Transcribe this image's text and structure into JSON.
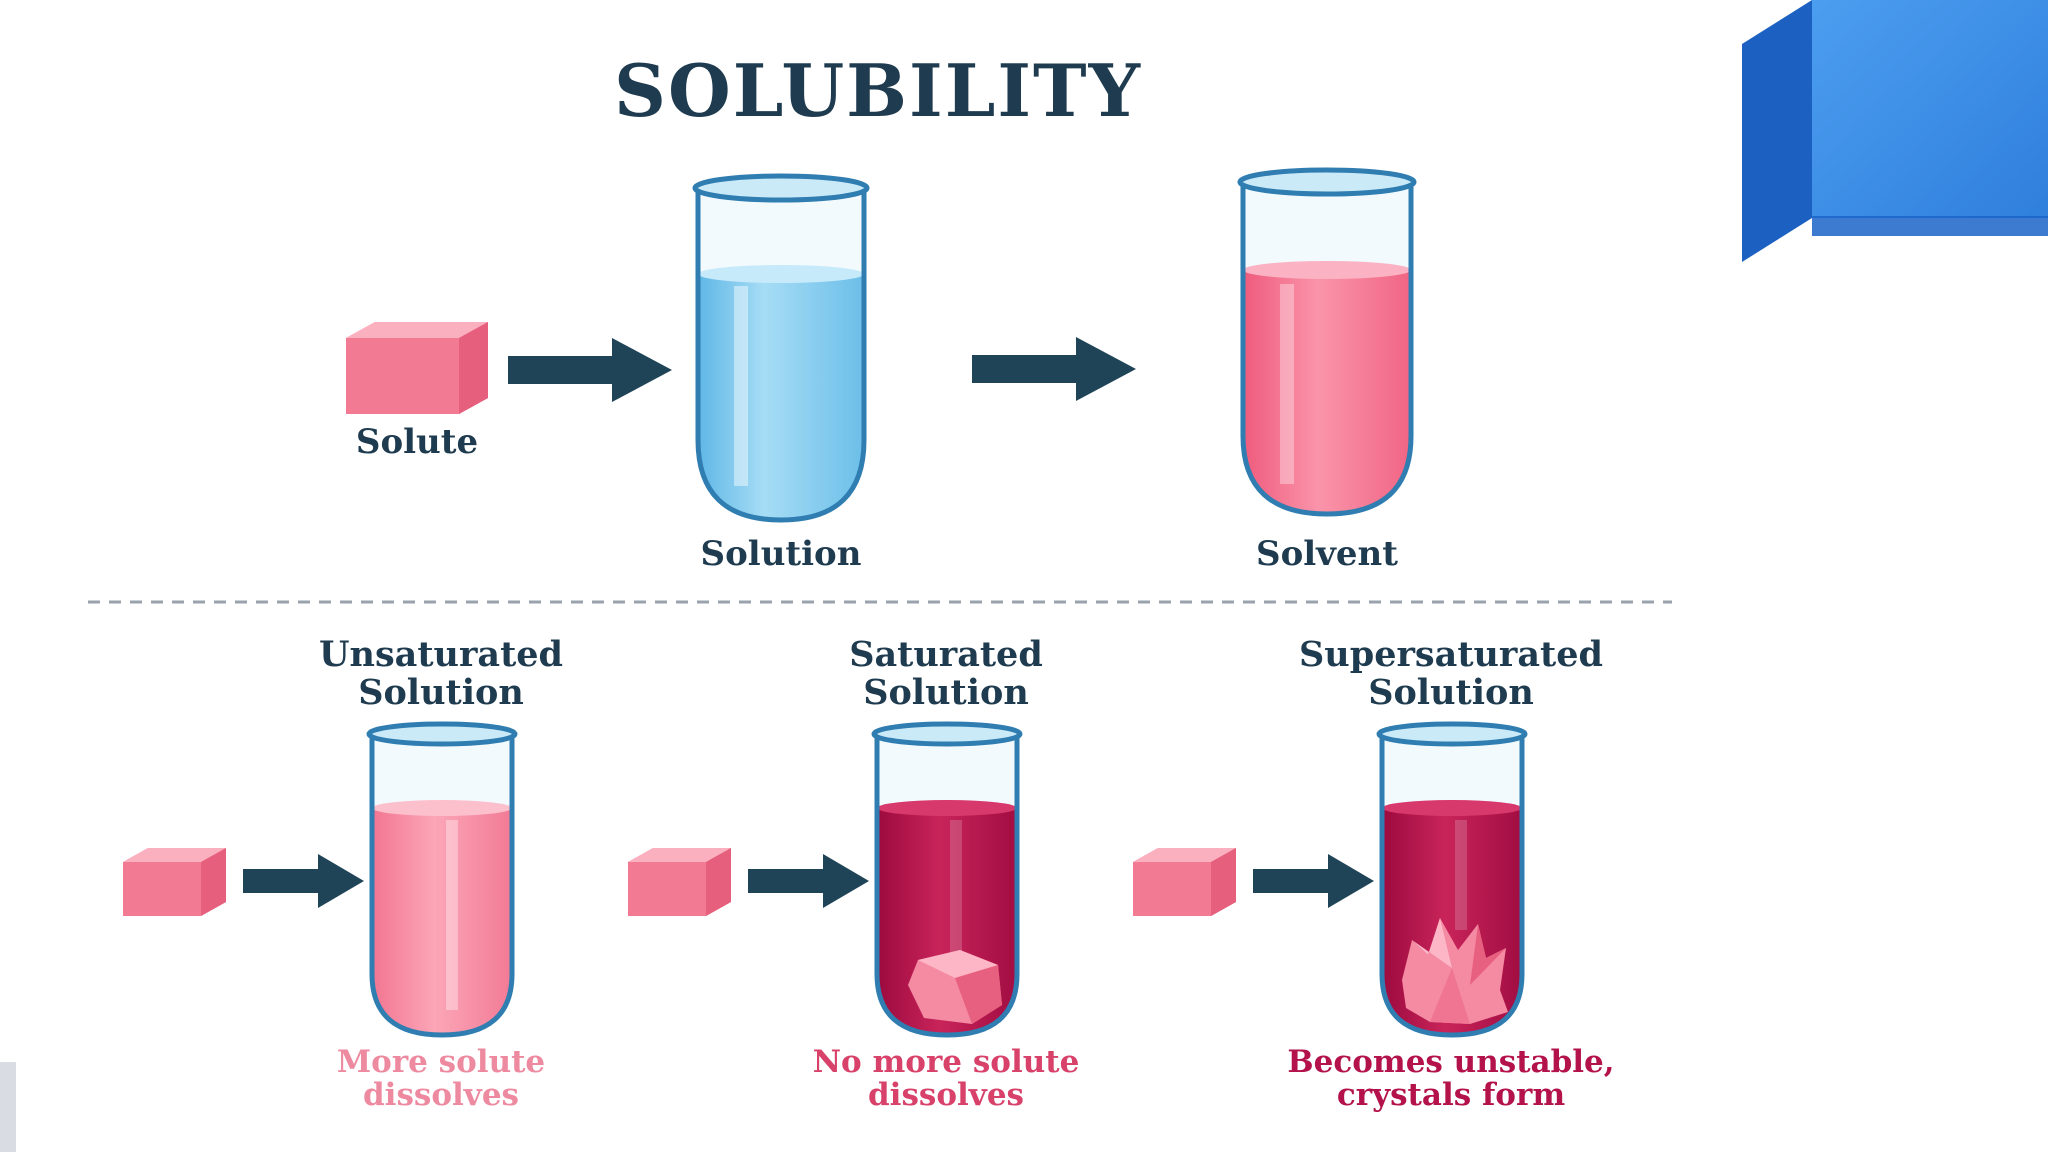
{
  "title": "SOLUBILITY",
  "top_row": {
    "solute_label": "Solute",
    "solution_label": "Solution",
    "solvent_label": "Solvent"
  },
  "bottom_row": [
    {
      "heading_line1": "Unsaturated",
      "heading_line2": "Solution",
      "caption_line1": "More solute",
      "caption_line2": "dissolves"
    },
    {
      "heading_line1": "Saturated",
      "heading_line2": "Solution",
      "caption_line1": "No more solute",
      "caption_line2": "dissolves"
    },
    {
      "heading_line1": "Supersaturated",
      "heading_line2": "Solution",
      "caption_line1": "Becomes unstable,",
      "caption_line2": "crystals form"
    }
  ],
  "colors": {
    "title": "#1f3b4f",
    "arrow": "#1f4457",
    "solute_cube": "#f27a93",
    "blue_liquid": "#8fd0f0",
    "pink_liquid": "#f56f8c",
    "light_pink_liquid": "#f7889f",
    "dark_pink_liquid": "#b5114a",
    "caption_light": "#ee8aa0",
    "caption_mid": "#d8426a",
    "caption_dark": "#b3124a",
    "deco_blue": "#3a8ae6"
  }
}
